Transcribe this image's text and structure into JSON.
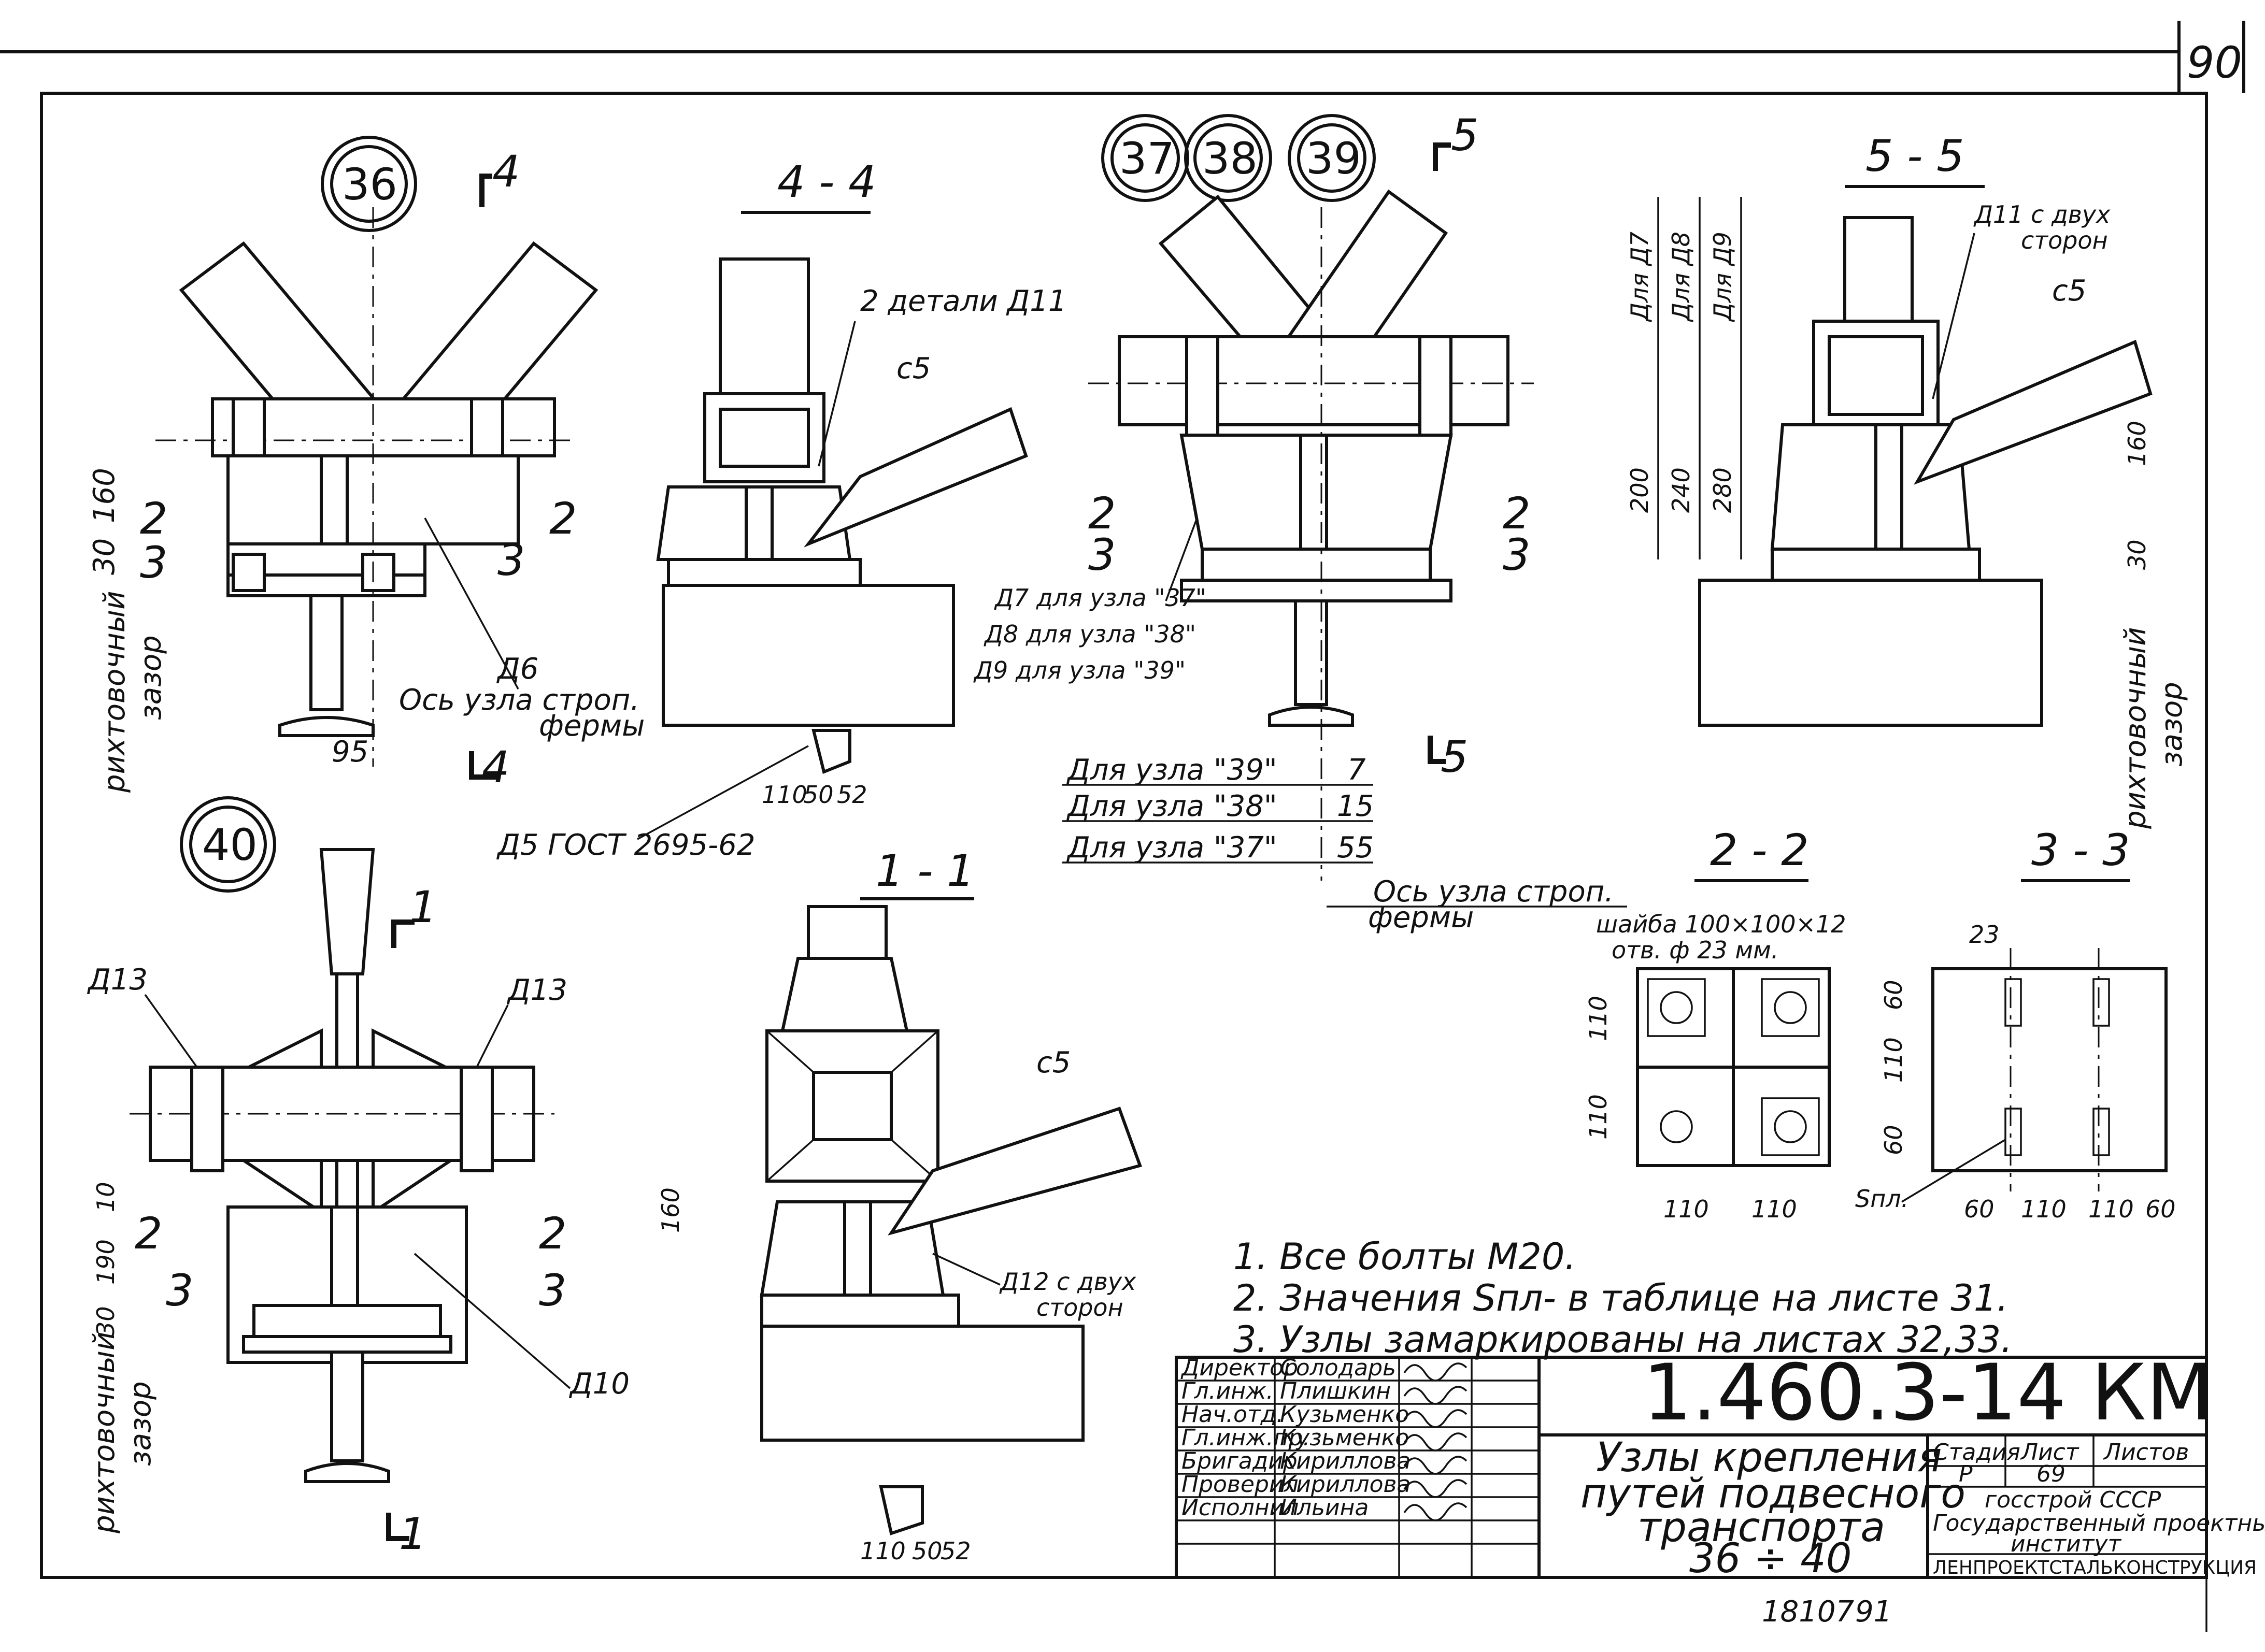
{
  "sheet": {
    "page_number": "90",
    "drawing_code": "1.460.3-14 КМ",
    "title_lines": [
      "Узлы крепления",
      "путей подвесного",
      "транспорта",
      "36 ÷ 40"
    ],
    "stage_header": "Стадия",
    "sheet_header": "Лист",
    "sheets_header": "Листов",
    "stage": "Р",
    "sheet_no": "69",
    "org_lines": [
      "госстрой СССР",
      "Государственный проектный",
      "институт",
      "ЛЕНПРОЕКТСТАЛЬКОНСТРУКЦИЯ"
    ],
    "bottom_stamp": "18107",
    "bottom_sheet": "91"
  },
  "signatures": [
    {
      "role": "Директор",
      "name": "Солодарь"
    },
    {
      "role": "Гл.инж.",
      "name": "Плишкин"
    },
    {
      "role": "Нач.отд.",
      "name": "Кузьменко"
    },
    {
      "role": "Гл.инж.пр.",
      "name": "Кузьменко"
    },
    {
      "role": "Бригадир",
      "name": "Кириллова"
    },
    {
      "role": "Проверил",
      "name": "Кириллова"
    },
    {
      "role": "Исполнил",
      "name": "Ильина"
    }
  ],
  "notes": [
    "1. Все болты М20.",
    "2. Значения Sпл- в таблице на листе 31.",
    "3. Узлы замаркированы на листах 32,33."
  ],
  "node_markers": [
    "36",
    "37",
    "38",
    "39",
    "40"
  ],
  "section_titles": {
    "s44": "4 - 4",
    "s55": "5 - 5",
    "s11": "1 - 1",
    "s22": "2 - 2",
    "s33": "3 - 3"
  },
  "cut_marks": {
    "c4": "4",
    "c5": "5",
    "c1": "1",
    "c2": "2",
    "c3": "3"
  },
  "labels": {
    "d6": "Д6",
    "d10": "Д10",
    "d11_two": "Д11 с двух",
    "d11_two_2": "сторон",
    "d12_two": "Д12 с двух",
    "d12_two_2": "сторон",
    "d13": "Д13",
    "two_details_d11": "2 детали Д11",
    "c5": "с5",
    "d7": "Д7 для узла \"37\"",
    "d8": "Д8 для узла \"38\"",
    "d9": "Д9 для узла \"39\"",
    "d5_gost": "Д5 ГОСТ 2695-62",
    "axis_truss": "Ось узла строп.",
    "axis_truss_2": "фермы",
    "gap": "рихтовочный",
    "gap_2": "зазор",
    "for_d7": "Для Д7",
    "for_d8": "Для Д8",
    "for_d9": "Для Д9",
    "node39": "Для узла \"39\"",
    "node38": "Для узла \"38\"",
    "node37": "Для узла \"37\"",
    "washer": "шайба 100×100×12",
    "washer_2": "отв. ф 23 мм.",
    "s_pl": "Sпл."
  },
  "dimensions": {
    "d160": "160",
    "d30": "30",
    "d95": "95",
    "d110": "110",
    "d50": "50",
    "d52": "52",
    "d200": "200",
    "d240": "240",
    "d280": "280",
    "d7": "7",
    "d15": "15",
    "d55": "55",
    "d10": "10",
    "d190": "190",
    "d60": "60",
    "d23": "23"
  }
}
